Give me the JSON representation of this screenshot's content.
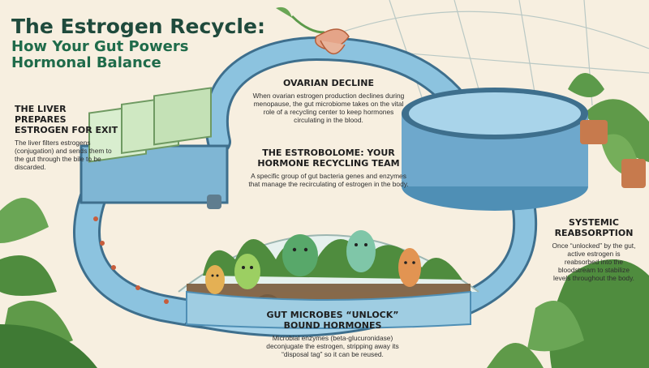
{
  "title": "The Estrogen Recycle:",
  "subtitle": "How Your Gut Powers Hormonal Balance",
  "sections": {
    "ovarian_decline": {
      "heading": "Ovarian Decline",
      "body": "When ovarian estrogen production declines during menopause, the gut microbiome takes on the vital role of a recycling center to keep hormones circulating in the blood."
    },
    "liver": {
      "heading": "The Liver Prepares Estrogen for Exit",
      "body": "The liver filters estrogens (conjugation) and sends them to the gut through the bile to be discarded."
    },
    "estrobolome": {
      "heading": "The Estrobolome: Your Hormone Recycling Team",
      "body": "A specific group of gut bacteria genes and enzymes that manage the recirculating of estrogen in the body."
    },
    "reabsorption": {
      "heading": "Systemic Reabsorption",
      "body": "Once “unlocked” by the gut, active estrogen is reabsorbed into the bloodstream to stabilize levels throughout the body."
    },
    "gut_microbes": {
      "heading": "Gut Microbes “Unlock” Bound Hormones",
      "body": "Microbial enzymes (beta-glucuronidase) deconjugate the estrogen, stripping away its “disposal tag” so it can be reused."
    }
  },
  "colors": {
    "water": "#8cc3df",
    "water_dark": "#4f8fb5",
    "pipe_outline": "#3e6f8d",
    "leaf": "#5c9a4a",
    "title": "#1f4a3c"
  }
}
